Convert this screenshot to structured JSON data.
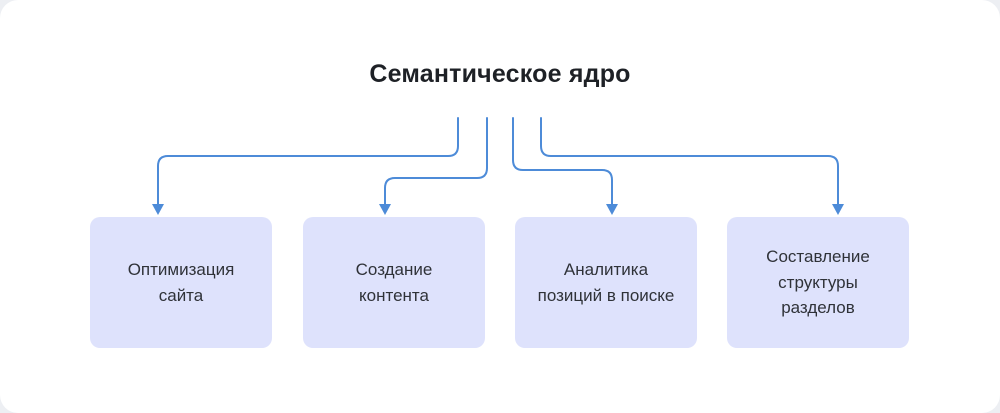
{
  "diagram": {
    "title": "Семантическое ядро",
    "nodes": [
      "Оптимизация сайта",
      "Создание контента",
      "Аналитика позиций в поиске",
      "Составление структуры разделов"
    ],
    "colors": {
      "background": "#edeff3",
      "card": "#ffffff",
      "node_fill": "#dee2fc",
      "arrow": "#4d8bd8",
      "text": "#2f3238"
    }
  }
}
